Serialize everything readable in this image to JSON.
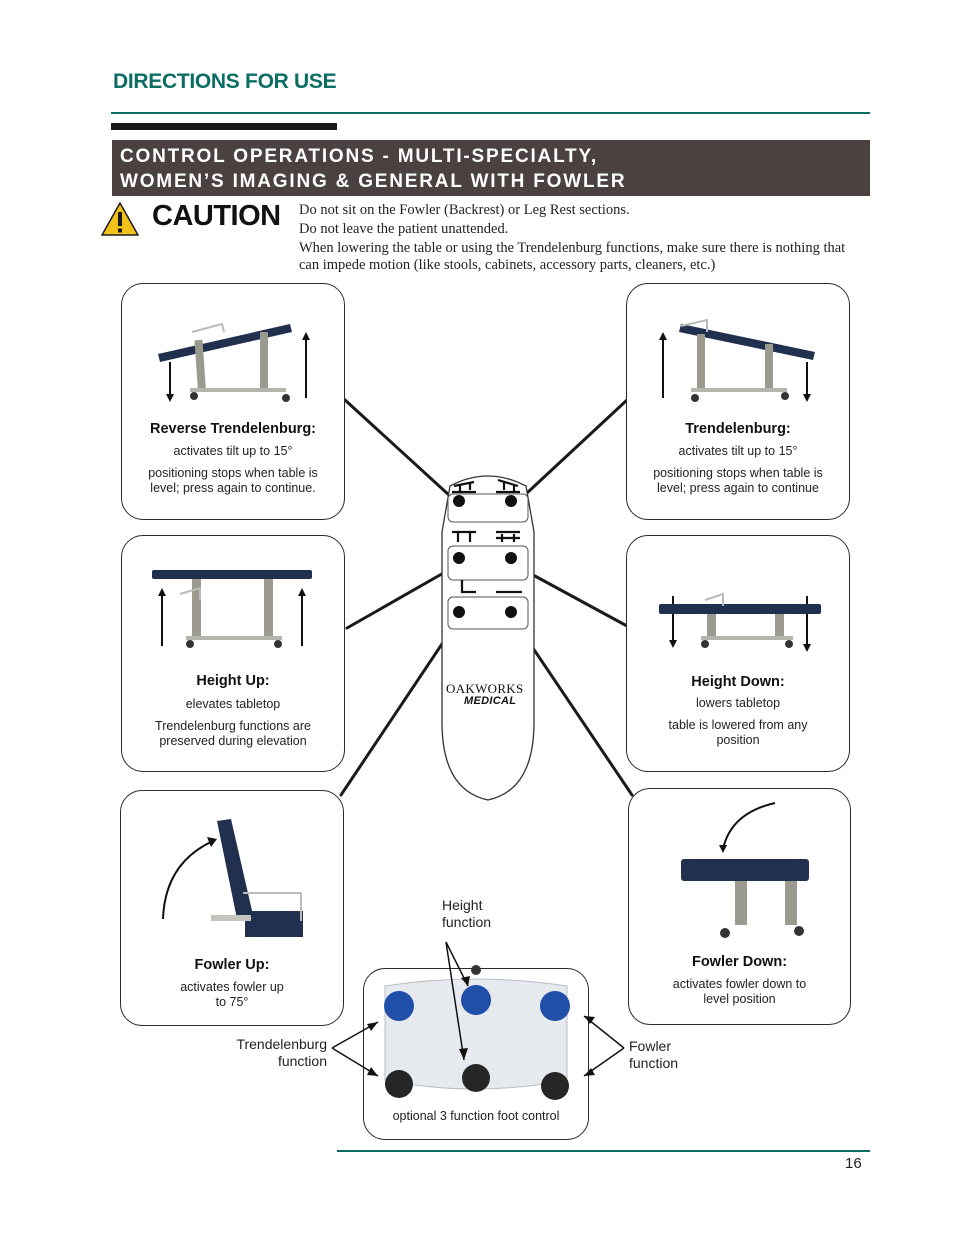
{
  "header": {
    "section_title": "DIRECTIONS FOR USE",
    "banner_line1": "CONTROL OPERATIONS - MULTI-SPECIALTY,",
    "banner_line2": "WOMEN’S IMAGING & GENERAL WITH FOWLER"
  },
  "caution": {
    "word": "CAUTION",
    "line1": "Do not sit on the Fowler (Backrest) or Leg Rest sections.",
    "line2": "Do not leave the patient unattended.",
    "line3": "When lowering the table or using the Trendelenburg functions, make sure there is nothing that can impede motion (like stools, cabinets, accessory parts, cleaners, etc.)"
  },
  "panels": {
    "reverse_trend": {
      "title": "Reverse Trendelenburg:",
      "text1": "activates tilt up to 15°",
      "text2": "positioning stops when table is level; press again to continue."
    },
    "trend": {
      "title": "Trendelenburg:",
      "text1": "activates tilt up to 15°",
      "text2": "positioning stops when table is level; press again to continue"
    },
    "height_up": {
      "title": "Height Up:",
      "text1": "elevates tabletop",
      "text2": "Trendelenburg functions are preserved during elevation"
    },
    "height_down": {
      "title": "Height Down:",
      "text1": "lowers tabletop",
      "text2": "table is lowered from any position"
    },
    "fowler_up": {
      "title": "Fowler Up:",
      "text1": "activates fowler up to 75°"
    },
    "fowler_down": {
      "title": "Fowler Down:",
      "text1": "activates fowler down to level position"
    }
  },
  "remote": {
    "logo_line1": "OAKWORKS",
    "logo_line2": "MEDICAL"
  },
  "foot_control": {
    "caption": "optional 3 function foot control",
    "height_label": "Height function",
    "trend_label": "Trendelenburg function",
    "fowler_label": "Fowler function"
  },
  "footer": {
    "page_number": "16"
  },
  "colors": {
    "accent": "#0c6d63",
    "banner": "#4a4140",
    "table_top": "#22304f",
    "foot_blue": "#1f4fa8"
  }
}
